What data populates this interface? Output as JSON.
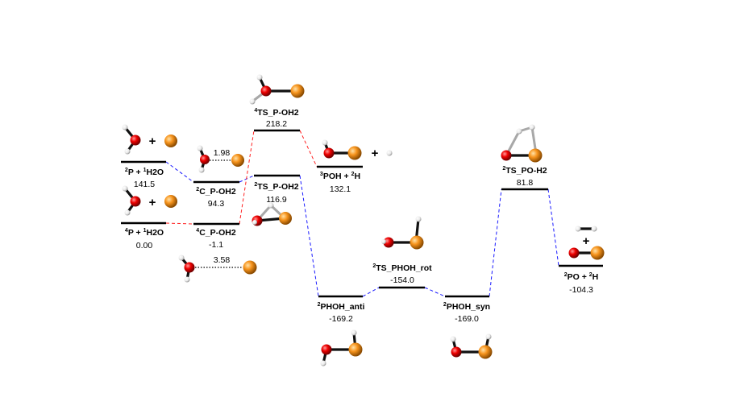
{
  "states": [
    {
      "id": "p_h2o_doublet",
      "label_sup": "2",
      "label_a": "P + ",
      "label_sup2": "1",
      "label_b": "H2O",
      "value": "141.5"
    },
    {
      "id": "p_h2o_quartet",
      "label_sup": "4",
      "label_a": "P + ",
      "label_sup2": "1",
      "label_b": "H2O",
      "value": "0.00"
    },
    {
      "id": "c_p_oh2_doublet",
      "label_sup": "2",
      "label_a": "C_P-OH2",
      "value": "94.3"
    },
    {
      "id": "c_p_oh2_quartet",
      "label_sup": "4",
      "label_a": "C_P-OH2",
      "value": "-1.1"
    },
    {
      "id": "ts_p_oh2_quartet",
      "label_sup": "4",
      "label_a": "TS_P-OH2",
      "value": "218.2"
    },
    {
      "id": "ts_p_oh2_doublet",
      "label_sup": "2",
      "label_a": "TS_P-OH2",
      "value": "116.9"
    },
    {
      "id": "poh_h",
      "label_sup": "3",
      "label_a": "POH + ",
      "label_sup2": "2",
      "label_b": "H",
      "value": "132.1"
    },
    {
      "id": "phoh_anti",
      "label_sup": "2",
      "label_a": "PHOH_anti",
      "value": "-169.2"
    },
    {
      "id": "ts_phoh_rot",
      "label_sup": "2",
      "label_a": "TS_PHOH_rot",
      "value": "-154.0"
    },
    {
      "id": "phoh_syn",
      "label_sup": "2",
      "label_a": "PHOH_syn",
      "value": "-169.0"
    },
    {
      "id": "ts_po_h2",
      "label_sup": "2",
      "label_a": "TS_PO-H2",
      "value": "81.8"
    },
    {
      "id": "po_h",
      "label_sup": "2",
      "label_a": "PO + ",
      "label_sup2": "2",
      "label_b": "H",
      "value": "-104.3"
    }
  ],
  "distances": {
    "c_doublet": "1.98",
    "c_quartet": "3.58"
  },
  "plus_sign": "+",
  "colors": {
    "oxygen": "#ff0000",
    "phosphorus": "#f7941d",
    "hydrogen": "#ffffff",
    "doublet_path": "#1a1aff",
    "quartet_path": "#ff2020"
  }
}
